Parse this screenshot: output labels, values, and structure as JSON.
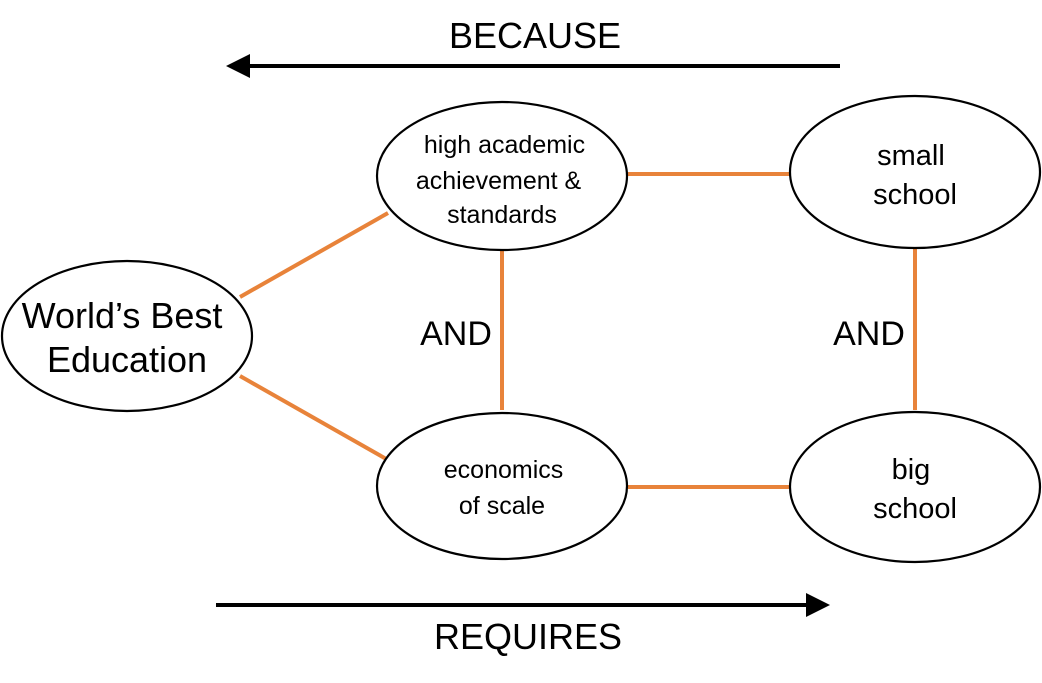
{
  "colors": {
    "connector": "#E8833A",
    "arrow": "#000000",
    "node_stroke": "#000000",
    "node_fill": "#FFFFFF"
  },
  "top_arrow": {
    "label": "BECAUSE",
    "direction": "left"
  },
  "bottom_arrow": {
    "label": "REQUIRES",
    "direction": "right"
  },
  "nodes": {
    "worlds_best": {
      "lines": [
        "World’s Best",
        "Education"
      ]
    },
    "high_academic": {
      "lines": [
        "high academic",
        "achievement &",
        "standards"
      ]
    },
    "economics": {
      "lines": [
        "economics",
        "of scale"
      ]
    },
    "small_school": {
      "lines": [
        "small",
        "school"
      ]
    },
    "big_school": {
      "lines": [
        "big",
        "school"
      ]
    }
  },
  "connector_labels": {
    "left_and": "AND",
    "right_and": "AND"
  }
}
